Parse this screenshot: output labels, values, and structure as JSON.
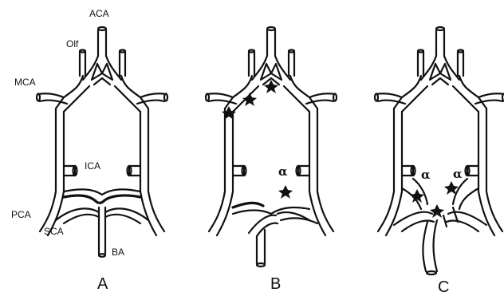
{
  "labels": {
    "aca": "ACA",
    "olf": "Olf",
    "mca": "MCA",
    "ica": "ICA",
    "pca": "PCA",
    "sca": "SCA",
    "ba": "BA"
  },
  "panels": {
    "a": "A",
    "b": "B",
    "c": "C"
  },
  "markers": {
    "alpha": "α"
  }
}
